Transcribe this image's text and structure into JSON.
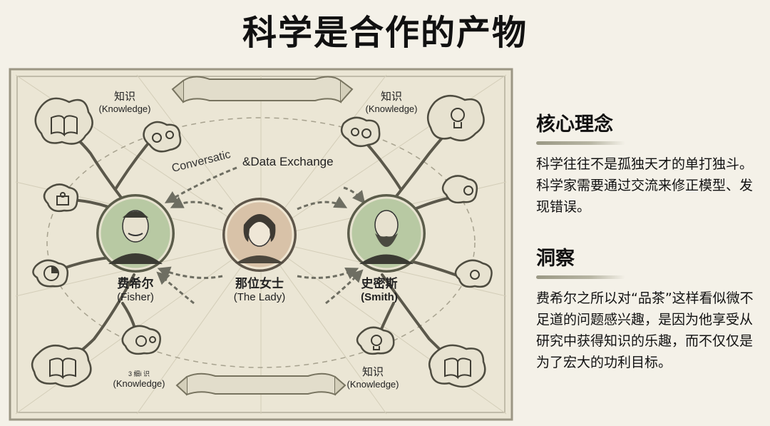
{
  "title": "科学是合作的产物",
  "diagram": {
    "banner_text": "Conversatic",
    "exchange_label": "&Data Exchange",
    "corner_labels": [
      {
        "zh": "知识",
        "en": "(Knowledge)"
      },
      {
        "zh": "知识",
        "en": "(Knowledge)"
      },
      {
        "zh": "3 细i 识",
        "en": "(Knowledge)"
      },
      {
        "zh": "知识",
        "en": "(Knowledge)"
      }
    ],
    "people": [
      {
        "zh": "费希尔",
        "en": "(Fisher)"
      },
      {
        "zh": "那位女士",
        "en": "(The Lady)"
      },
      {
        "zh": "史密斯",
        "en": "(Smith)"
      }
    ],
    "icons": [
      "book-icon",
      "gear-icon",
      "lightbulb-icon",
      "puzzle-icon",
      "pie-chart-icon"
    ],
    "colors": {
      "medallion_green": "#b8c9a3",
      "medallion_rose": "#d8c2a8",
      "ink": "#4a4a40"
    }
  },
  "sidebar": {
    "core": {
      "heading": "核心理念",
      "body": "科学往往不是孤独天才的单打独斗。科学家需要通过交流来修正模型、发现错误。"
    },
    "insight": {
      "heading": "洞察",
      "body": "费希尔之所以对“品茶”这样看似微不足道的问题感兴趣，是因为他享受从研究中获得知识的乐趣，而不仅仅是为了宏大的功利目标。"
    }
  }
}
